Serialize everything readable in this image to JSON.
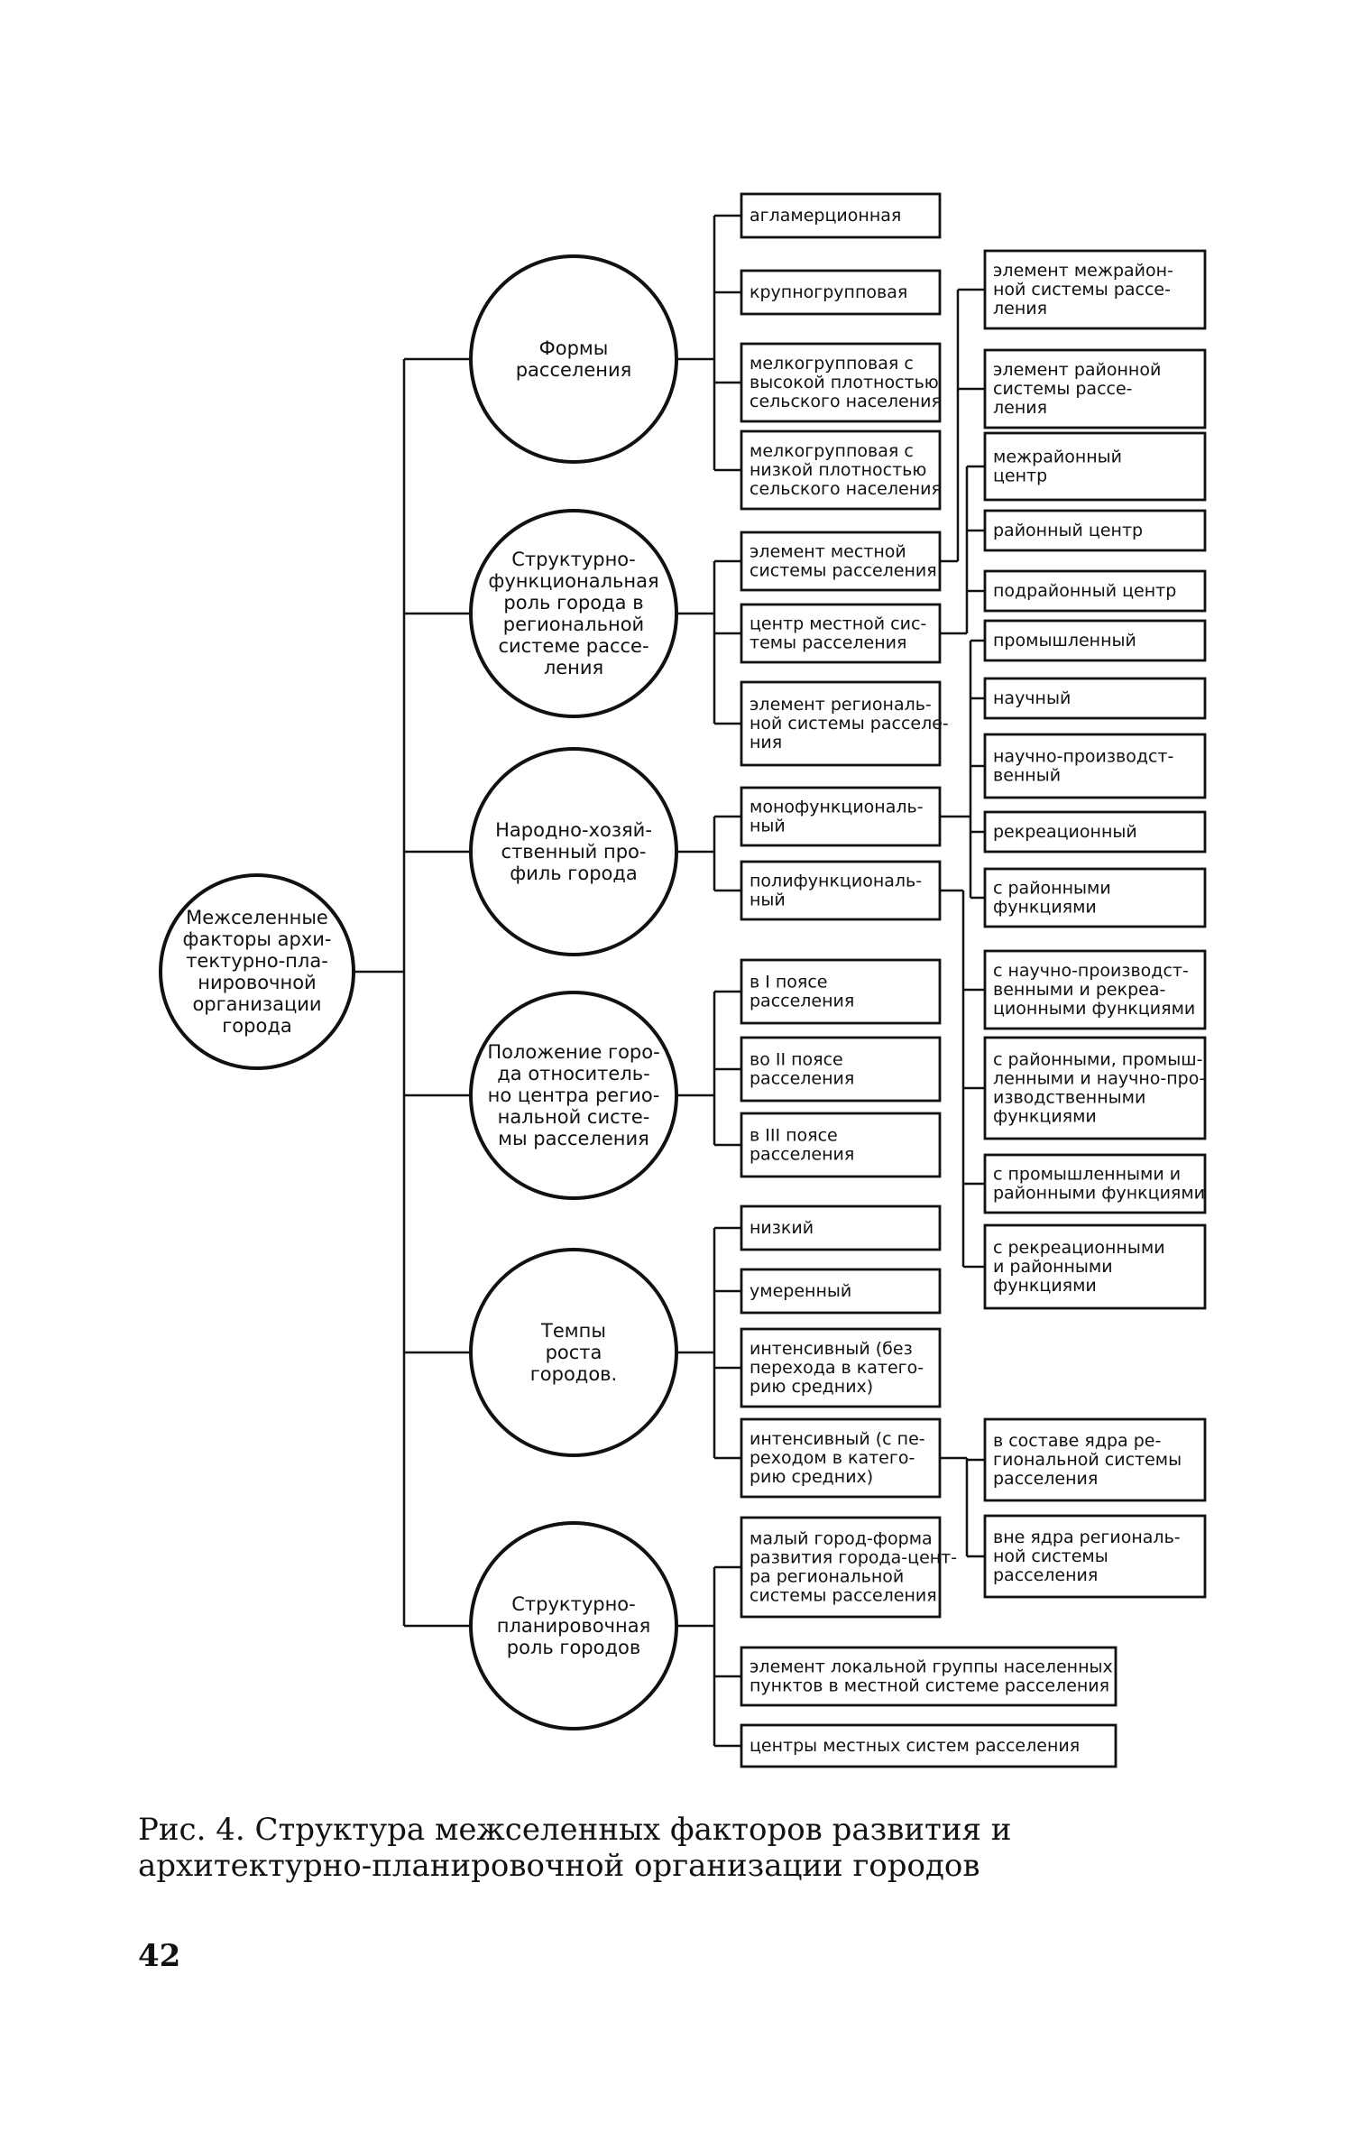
{
  "diagram": {
    "root": "Межселенные\nфакторы архи-\nтектурно-пла-\nнировочной\nорганизации\nгорода",
    "groups": [
      {
        "label": "Формы\nрасселения",
        "items": [
          "агламерционная",
          "крупногрупповая",
          "мелкогрупповая с\nвысокой плотностью\nсельского населения",
          "мелкогрупповая с\nнизкой плотностью\nсельского населения"
        ]
      },
      {
        "label": "Структурно-\nфункциональная\nроль города в\nрегиональной\nсистеме рассе-\nления",
        "items": [
          "элемент местной\nсистемы расселения",
          "центр местной сис-\nтемы расселения",
          "элемент региональ-\nной системы расселе-\nния"
        ]
      },
      {
        "label": "Народно-хозяй-\nственный про-\nфиль города",
        "items": [
          "монофункциональ-\nный",
          "полифункциональ-\nный"
        ]
      },
      {
        "label": "Положение горо-\nда относитель-\nно центра регио-\nнальной систе-\nмы расселения",
        "items": [
          "в I поясе\nрасселения",
          "во II поясе\nрасселения",
          "в III поясе\nрасселения"
        ]
      },
      {
        "label": "Темпы\nроста\nгородов.",
        "items": [
          "низкий",
          "умеренный",
          "интенсивный (без\nперехода в катего-\nрию средних)",
          "интенсивный (с пе-\nреходом в катего-\nрию средних)"
        ]
      },
      {
        "label": "Структурно-\nпланировочная\nроль городов",
        "items": [
          "малый город-форма\nразвития города-цент-\nра региональной\nсистемы расселения",
          "элемент локальной группы населенных\nпунктов в местной системе расселения",
          "центры местных систем расселения"
        ]
      }
    ],
    "right": {
      "elem_local": [
        "элемент межрайон-\nной системы рассе-\nления",
        "элемент районной\nсистемы рассе-\nления"
      ],
      "center_local": [
        "межрайонный\nцентр",
        "районный центр",
        "подрайонный центр"
      ],
      "mono": [
        "промышленный",
        "научный",
        "научно-производст-\nвенный",
        "рекреационный",
        "с районными\nфункциями"
      ],
      "poly": [
        "с научно-производст-\nвенными и рекреа-\nционными функциями",
        "с районными, промыш-\nленными и научно-про-\nизводственными\nфункциями",
        "с промышленными и\nрайонными функциями",
        "с рекреационными\nи районными\nфункциями"
      ],
      "intensive": [
        "в составе ядра ре-\nгиональной системы\nрасселения",
        "вне ядра региональ-\nной системы\nрасселения"
      ]
    }
  },
  "caption": "Рис. 4. Структура межселенных факторов развития и архитектурно-планировочной организации городов",
  "page_number": "42"
}
